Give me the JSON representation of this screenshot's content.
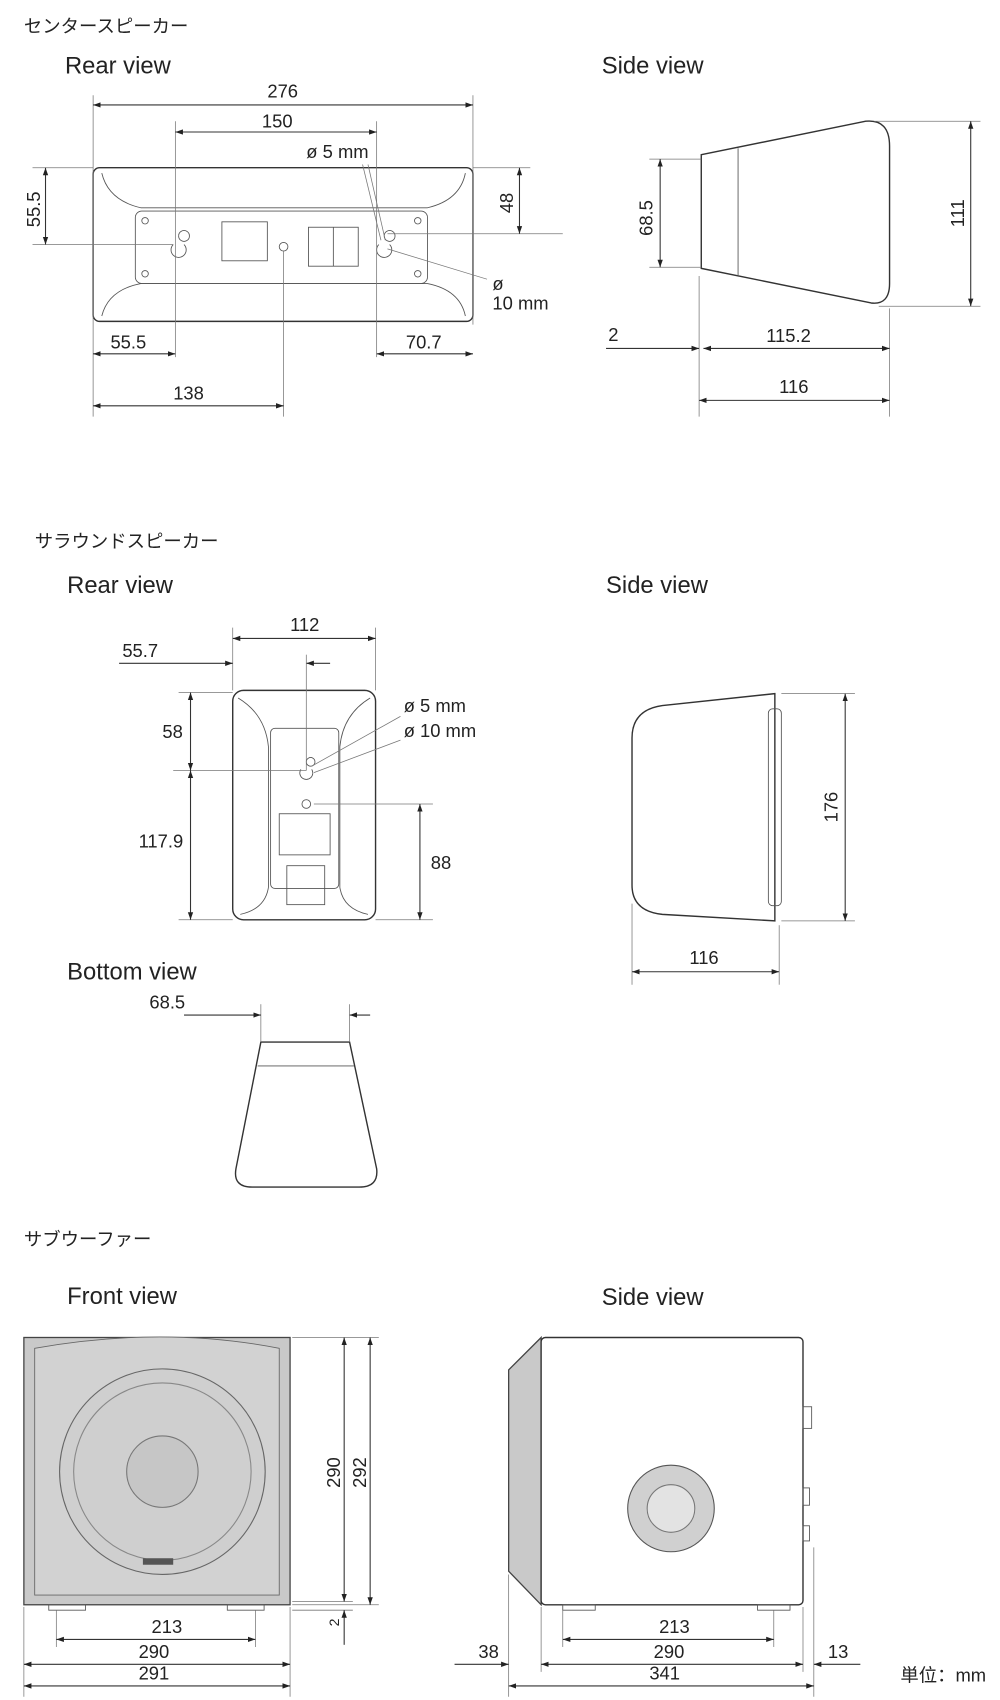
{
  "unit_label": "単位：mm",
  "center": {
    "title": "センタースピーカー",
    "rear_view": {
      "label": "Rear view",
      "width": "276",
      "hole_pitch": "150",
      "hole_small": "ø 5 mm",
      "hole_large_symbol": "ø",
      "hole_large": "10 mm",
      "hole_height": "55.5",
      "hole_from_top": "48",
      "left_to_hole": "55.5",
      "right_to_hole": "70.7",
      "left_to_center": "138"
    },
    "side_view": {
      "label": "Side view",
      "back_height": "68.5",
      "height": "111",
      "offset": "2",
      "depth_inner": "115.2",
      "depth": "116"
    }
  },
  "surround": {
    "title": "サラウンドスピーカー",
    "rear_view": {
      "label": "Rear view",
      "width": "112",
      "hole_from_left": "55.7",
      "hole_small": "ø 5 mm",
      "hole_large": "ø 10 mm",
      "hole_from_top": "58",
      "hole_from_bottom": "117.9",
      "screw_from_bottom": "88"
    },
    "side_view": {
      "label": "Side view",
      "height": "176",
      "depth": "116"
    },
    "bottom_view": {
      "label": "Bottom view",
      "width": "68.5"
    }
  },
  "subwoofer": {
    "title": "サブウーファー",
    "front_view": {
      "label": "Front view",
      "height_body": "290",
      "height_total": "292",
      "foot_height": "2",
      "foot_pitch": "213",
      "width_body": "290",
      "width_total": "291"
    },
    "side_view": {
      "label": "Side view",
      "foot_pitch": "213",
      "depth_body": "290",
      "front_offset": "38",
      "rear_offset": "13",
      "depth_total": "341"
    }
  }
}
